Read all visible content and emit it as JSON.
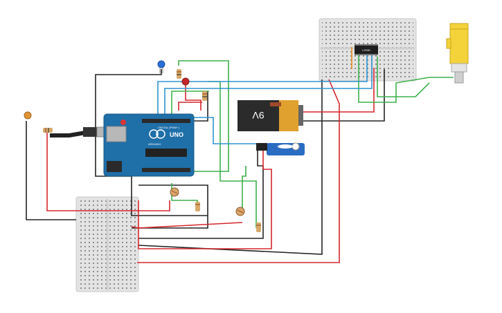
{
  "arduino": {
    "brand": "UNO",
    "logo_text": "ARDUINO",
    "digital_label": "DIGITAL (PWM~)"
  },
  "battery": {
    "label": "9V"
  },
  "driver_ic": {
    "label": "L293D"
  },
  "colors": {
    "wire_red": "#d6262b",
    "wire_black": "#222222",
    "wire_green": "#3bb04a",
    "wire_blue": "#2d93d3",
    "wire_orange": "#e98b1c",
    "arduino_blue": "#1f6fa8",
    "servo_blue": "#2a6cc2",
    "motor_yellow": "#f3d23a"
  }
}
